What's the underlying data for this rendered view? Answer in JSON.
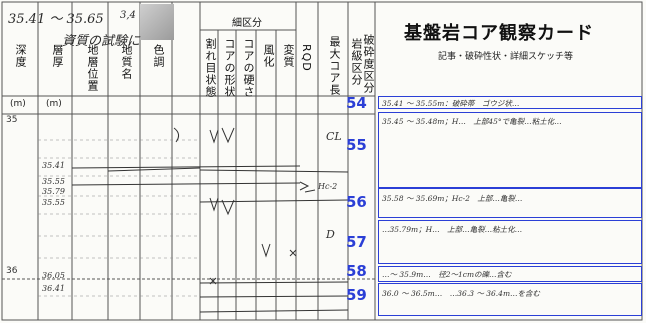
{
  "header": {
    "title": "基盤岩コア観察カード",
    "subtitle": "記事・破砕性状・詳細スケッチ等",
    "group_label": "細区分"
  },
  "handwritten_note": {
    "depth_range": "35.41 ～ 35.65",
    "tag": "3,4",
    "remark": "資質の試験に"
  },
  "columns": [
    "深度",
    "層厚",
    "地層位置",
    "地質名",
    "色調",
    "割れ目状態",
    "コアの形状",
    "コアの硬さ",
    "風化",
    "変質",
    "RQD",
    "最大コア長",
    "岩級区分",
    "破砕度区分"
  ],
  "units": [
    "(m)",
    "(m)"
  ],
  "depth_marks": [
    "35",
    "36"
  ],
  "layer_depths": [
    "35.41",
    "35.55",
    "35.79",
    "35.55",
    "36.05",
    "36.41"
  ],
  "rock_grade": [
    "CL",
    "Hc-2",
    "D"
  ],
  "markers": [
    "54",
    "55",
    "56",
    "57",
    "58",
    "59"
  ],
  "log_entries": [
    "35.41 ～ 35.55m：破砕帯　ゴウジ状…",
    "35.45 ～ 35.48m；H…　上部45°で亀裂…粘土化…",
    "35.58 ～ 35.69m；Hc-2　上部…亀裂…",
    "…35.79m；H…　上部…亀裂…粘土化…",
    "…～ 35.9m…　径2～1cmの礫…含む",
    "36.0 ～ 36.5m…　…36.3 ～ 36.4m…を含む"
  ],
  "colors": {
    "accent": "#2b3fd6",
    "ink": "#222222",
    "paper": "#fbfbf8"
  }
}
